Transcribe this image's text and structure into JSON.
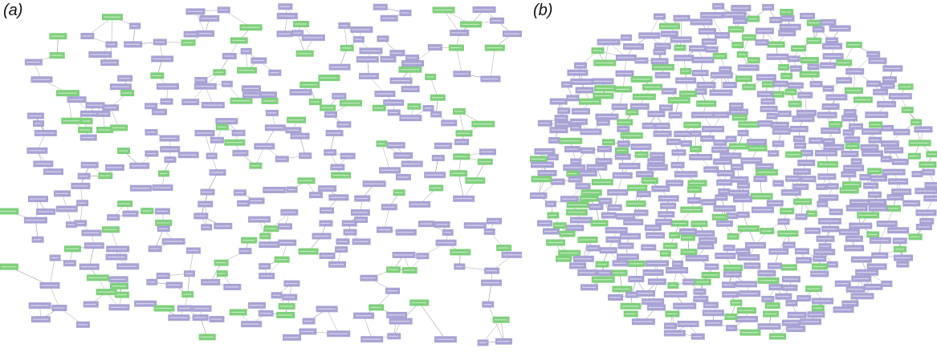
{
  "panels": [
    {
      "id": "a",
      "label": "(a)"
    },
    {
      "id": "b",
      "label": "(b)"
    }
  ],
  "legend_colors": {
    "node_primary": "#a8a3d4",
    "node_secondary": "#7fd07c",
    "edge": "#9a9a9a"
  }
}
